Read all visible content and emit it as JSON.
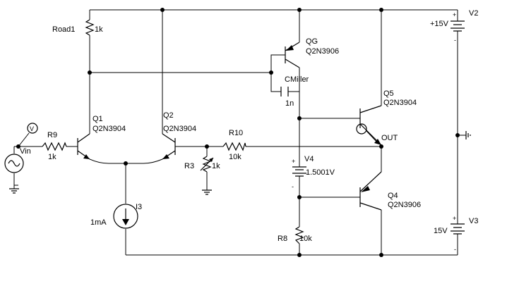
{
  "components": {
    "road1": {
      "name": "Road1",
      "value": "1k"
    },
    "r9": {
      "name": "R9",
      "value": "1k"
    },
    "r3": {
      "name": "R3",
      "value": "1k"
    },
    "r10": {
      "name": "R10",
      "value": "10k"
    },
    "r8": {
      "name": "R8",
      "value": "10k"
    },
    "q1": {
      "name": "Q1",
      "model": "Q2N3904"
    },
    "q2": {
      "name": "Q2",
      "model": "Q2N3904"
    },
    "qg": {
      "name": "QG",
      "model": "Q2N3906"
    },
    "q5": {
      "name": "Q5",
      "model": "Q2N3904"
    },
    "q4": {
      "name": "Q4",
      "model": "Q2N3906"
    },
    "cmiller": {
      "name": "CMiller",
      "value": "1n"
    },
    "v4": {
      "name": "V4",
      "value": "1.5001V"
    },
    "i3": {
      "name": "I3",
      "value": "1mA"
    },
    "vin": {
      "name": "Vin"
    },
    "v2": {
      "name": "V2",
      "value": "+15V"
    },
    "v3": {
      "name": "V3",
      "value": "15V"
    }
  },
  "nets": {
    "out": "OUT"
  },
  "probes": {
    "voltage": "V"
  },
  "polarity": {
    "plus": "+",
    "minus": "-"
  }
}
